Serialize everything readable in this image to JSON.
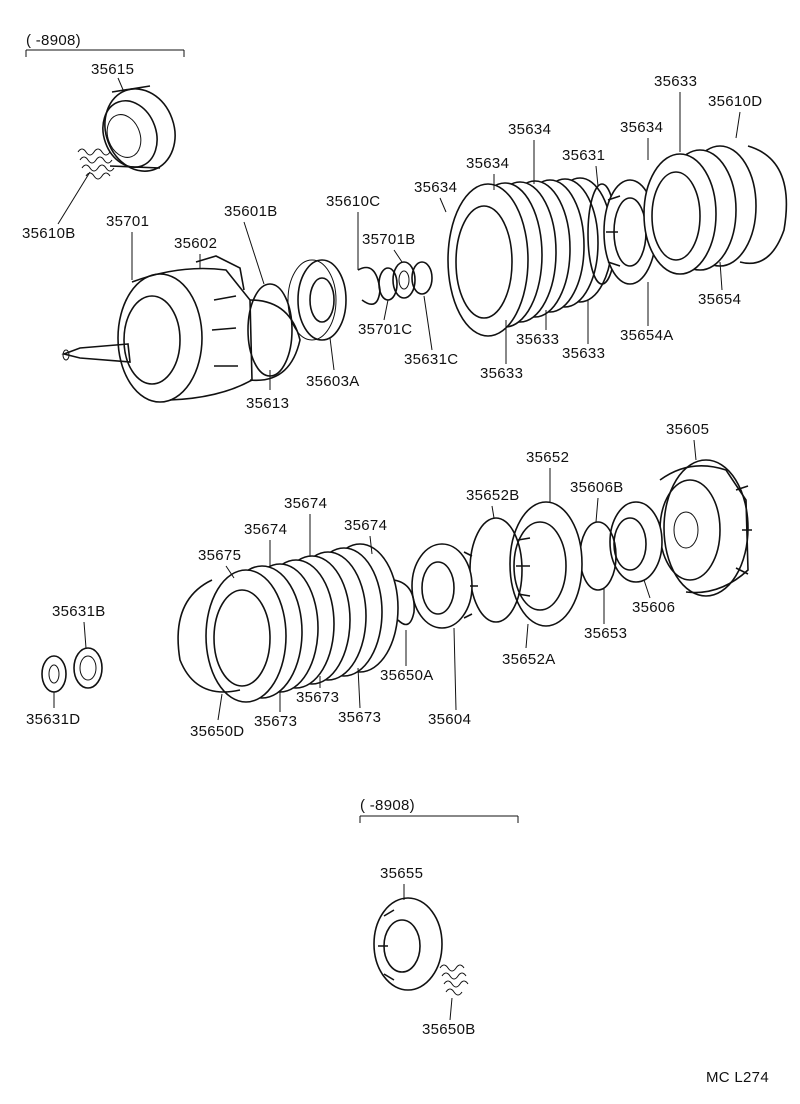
{
  "range_notes": {
    "top": "(     -8908)",
    "bottom": "(     -8908)"
  },
  "footer_code": "MC  L274",
  "labels": {
    "p35615": "35615",
    "p35610B": "35610B",
    "p35701": "35701",
    "p35602": "35602",
    "p35601B": "35601B",
    "p35613": "35613",
    "p35610C": "35610C",
    "p35603A": "35603A",
    "p35701B": "35701B",
    "p35701C": "35701C",
    "p35631C": "35631C",
    "p35634a": "35634",
    "p35634b": "35634",
    "p35634c": "35634",
    "p35634d": "35634",
    "p35633a": "35633",
    "p35633b": "35633",
    "p35633c": "35633",
    "p35633d": "35633",
    "p35631": "35631",
    "p35610D": "35610D",
    "p35654": "35654",
    "p35654A": "35654A",
    "p35605": "35605",
    "p35652": "35652",
    "p35652B": "35652B",
    "p35606B": "35606B",
    "p35606": "35606",
    "p35653": "35653",
    "p35652A": "35652A",
    "p35604": "35604",
    "p35650A": "35650A",
    "p35674a": "35674",
    "p35674b": "35674",
    "p35674c": "35674",
    "p35675": "35675",
    "p35673a": "35673",
    "p35673b": "35673",
    "p35673c": "35673",
    "p35650D": "35650D",
    "p35631B": "35631B",
    "p35631D": "35631D",
    "p35655": "35655",
    "p35650B": "35650B"
  }
}
